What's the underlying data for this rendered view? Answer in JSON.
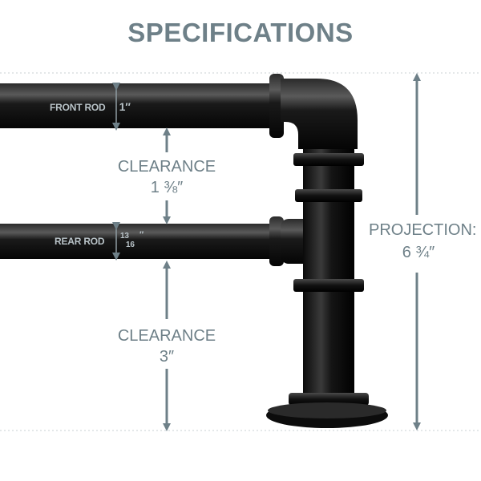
{
  "title": "SPECIFICATIONS",
  "front_rod": {
    "label": "FRONT ROD",
    "size": "1″"
  },
  "rear_rod": {
    "label": "REAR ROD",
    "size_num": "13",
    "size_den": "16",
    "size_unit": "″"
  },
  "clearance_upper": {
    "label": "CLEARANCE",
    "value": "1 ⅜″"
  },
  "clearance_lower": {
    "label": "CLEARANCE",
    "value": "3″"
  },
  "projection": {
    "label": "PROJECTION:",
    "value": "6 ¾″"
  },
  "colors": {
    "text": "#6e8088",
    "rod": "#111111",
    "rod_label": "#b9c3c8",
    "guide": "#c9d0d3"
  }
}
